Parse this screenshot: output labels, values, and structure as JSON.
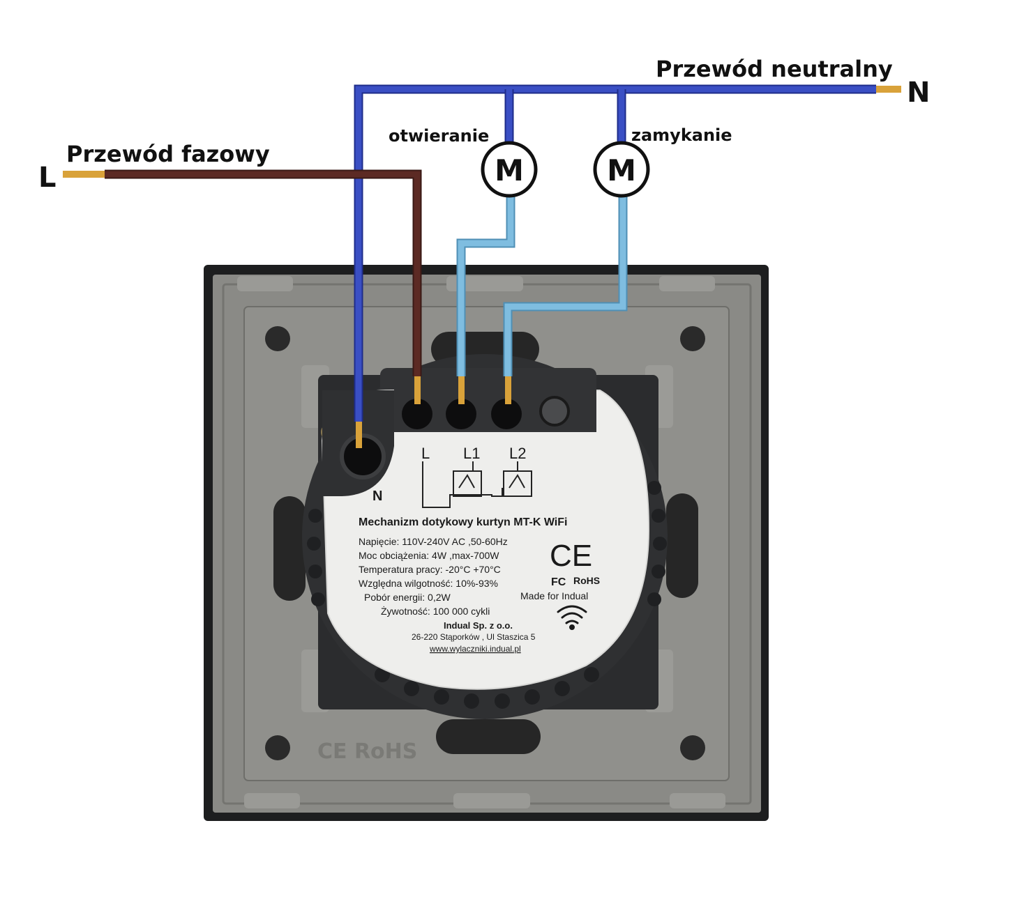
{
  "labels": {
    "neutral_wire": "Przewód neutralny",
    "neutral_letter": "N",
    "phase_wire": "Przewód fazowy",
    "phase_letter": "L",
    "open_motor": "otwieranie",
    "close_motor": "zamykanie",
    "motor_symbol": "M"
  },
  "device_label": {
    "terminal_l": "L",
    "terminal_l1": "L1",
    "terminal_l2": "L2",
    "terminal_n": "N",
    "title": "Mechanizm dotykowy kurtyn MT-K WiFi",
    "specs": [
      "Napięcie: 110V-240V AC ,50-60Hz",
      "Moc obciążenia: 4W ,max-700W",
      "Temperatura pracy: -20°C +70°C",
      "Względna wilgotność:  10%-93%",
      "Pobór energii: 0,2W",
      "Żywotność:  100 000 cykli"
    ],
    "ce_mark": "CE",
    "fc_mark": "FC",
    "rohs_mark": "RoHS",
    "made_for": "Made for Indual",
    "company": "Indual Sp. z o.o.",
    "address": "26-220 Stąporków , Ul Staszica 5",
    "website": "www.wylaczniki.indual.pl"
  },
  "frame_marks": {
    "ce_rohs": "CE RoHS"
  },
  "colors": {
    "neutral_wire": "#3a4fc4",
    "phase_wire": "#5c2a24",
    "motor_wire": "#7fbde0",
    "copper": "#d9a23a",
    "frame_dark": "#1d1e1f",
    "frame_gray": "#8a8a86",
    "module_body": "#2b2c2e",
    "label_bg": "#eeeeec"
  }
}
